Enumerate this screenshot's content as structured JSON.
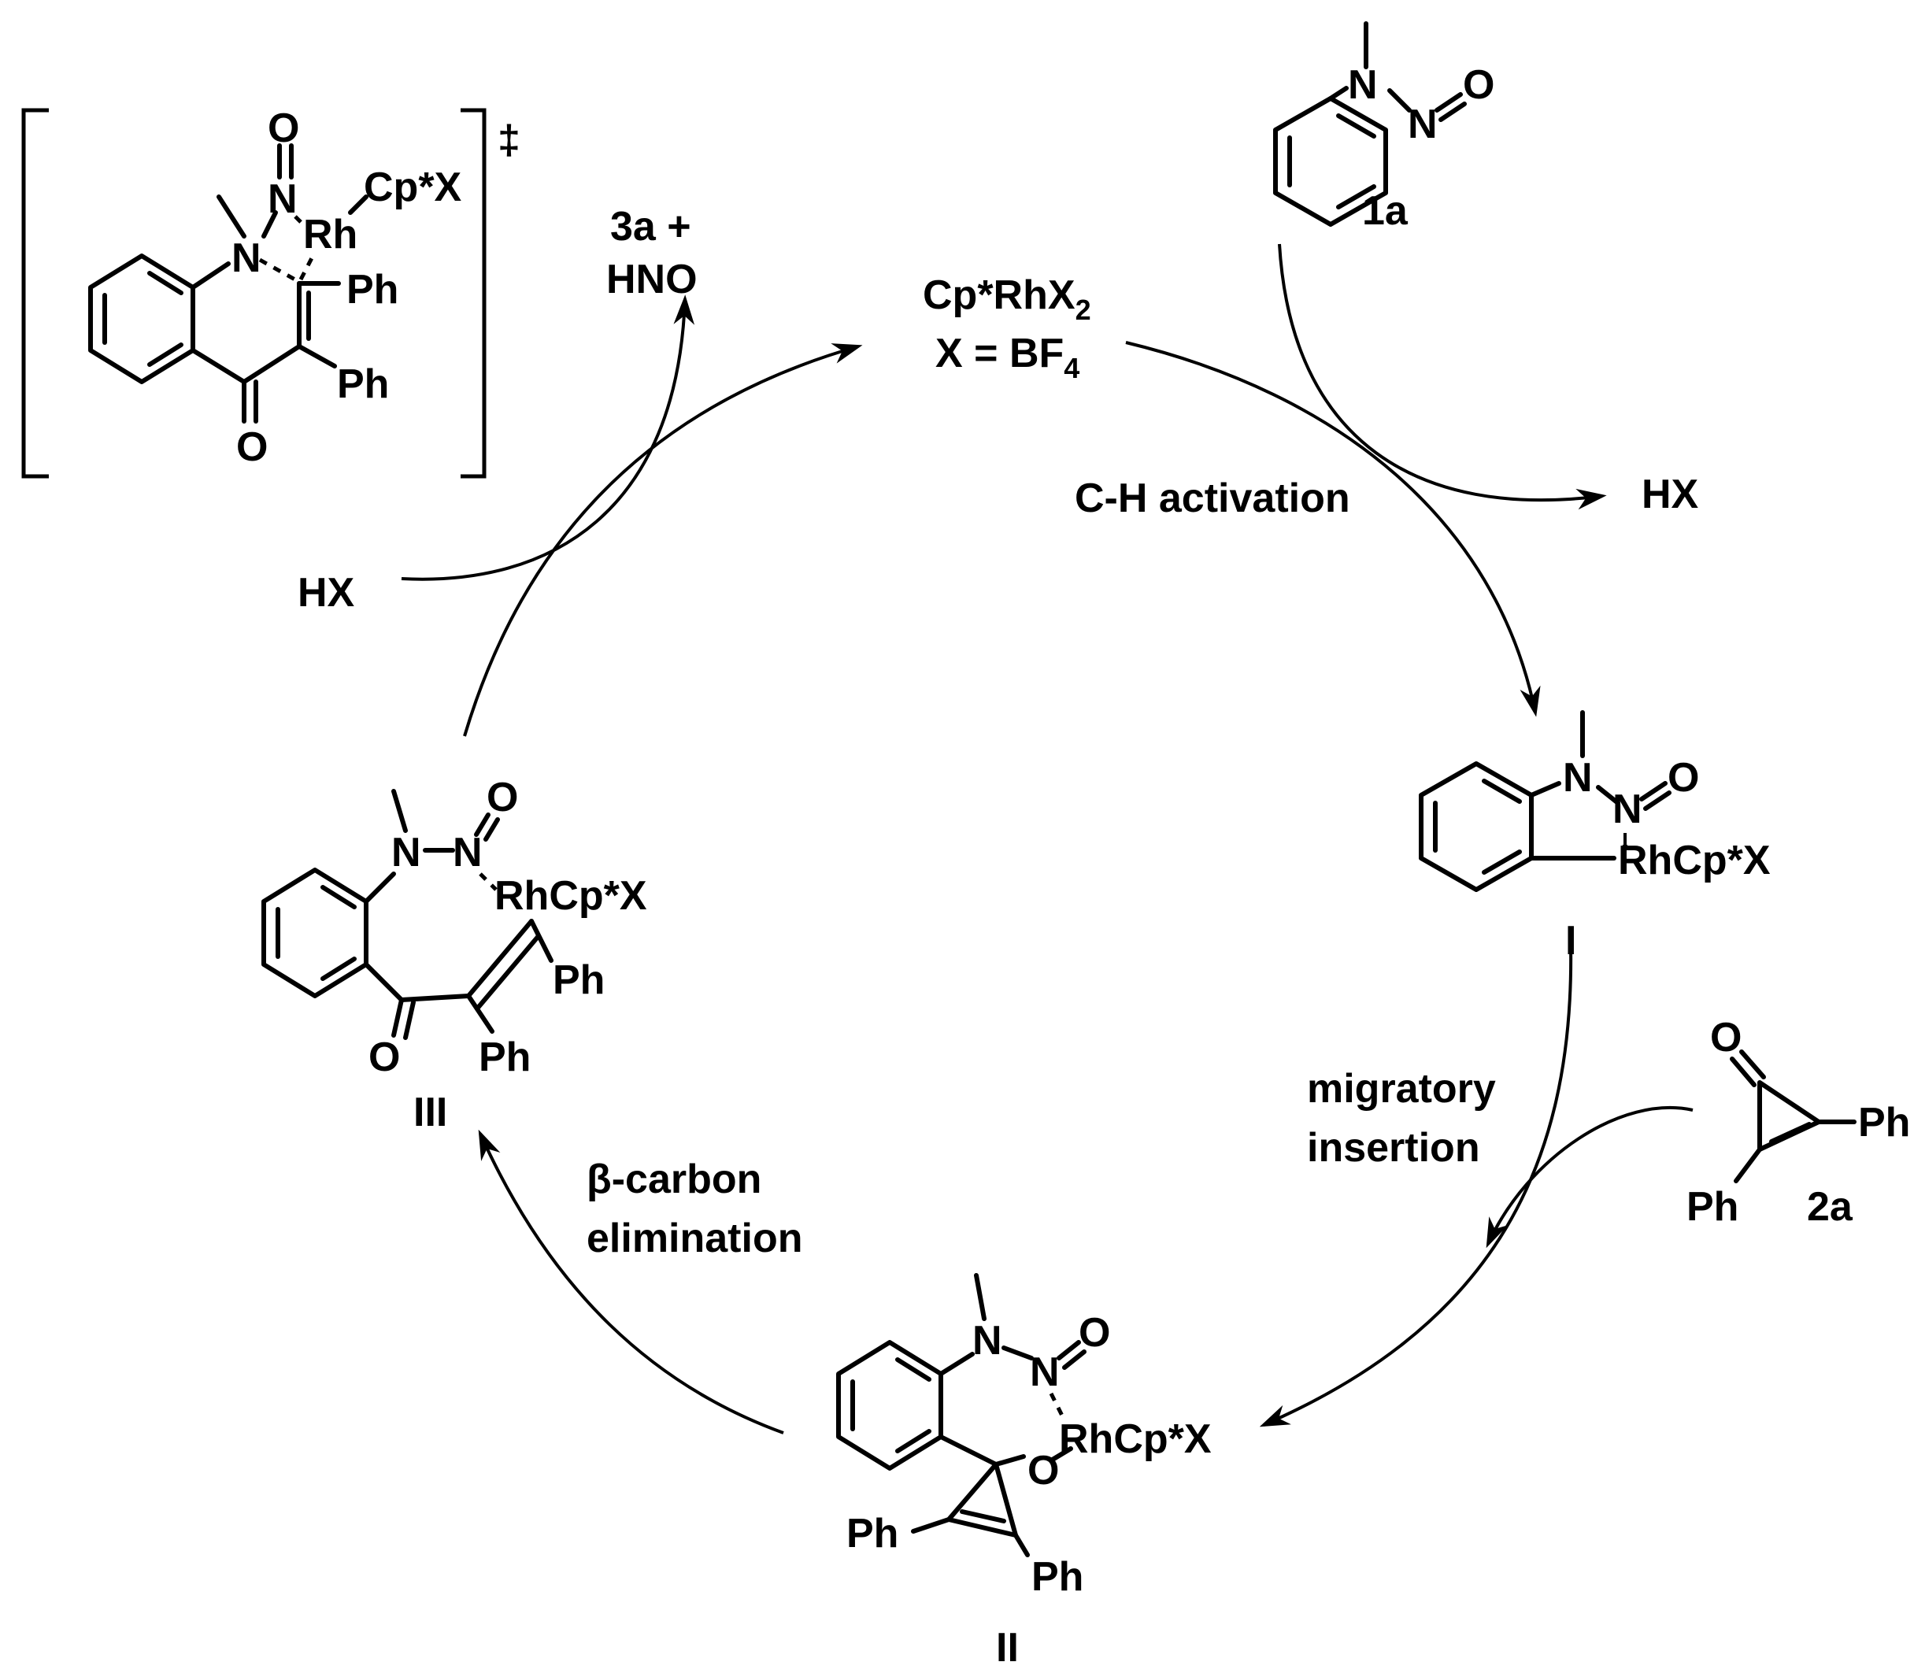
{
  "catalyst": {
    "line1": "Cp*RhX",
    "line1_sub": "2",
    "line2": "X = BF",
    "line2_sub": "4"
  },
  "substrate_1a": {
    "label": "1a",
    "atom_N1": "N",
    "atom_N2": "N",
    "atom_O": "O"
  },
  "reagent_2a": {
    "label": "2a",
    "atom_O": "O",
    "ph1": "Ph",
    "ph2": "Ph"
  },
  "byproduct_hx_right": "HX",
  "hx_left": "HX",
  "product": {
    "line1": "3a +",
    "line2": "HNO"
  },
  "steps": {
    "ch_activation": "C-H activation",
    "migratory_1": "migratory",
    "migratory_2": "insertion",
    "beta_1": "β-carbon",
    "beta_2": "elimination"
  },
  "intermediate_I": {
    "label": "I",
    "atom_N1": "N",
    "atom_N2": "N",
    "atom_O": "O",
    "metal": "RhCp*X"
  },
  "intermediate_II": {
    "label": "II",
    "atom_N1": "N",
    "atom_N2": "N",
    "atom_O": "O",
    "atom_O2": "O",
    "metal": "RhCp*X",
    "ph1": "Ph",
    "ph2": "Ph"
  },
  "intermediate_III": {
    "label": "III",
    "atom_N1": "N",
    "atom_N2": "N",
    "atom_O": "O",
    "atom_O2": "O",
    "metal": "RhCp*X",
    "ph1": "Ph",
    "ph2": "Ph"
  },
  "transition_state": {
    "dagger": "‡",
    "atom_N1": "N",
    "atom_N2": "N",
    "atom_O": "O",
    "atom_O2": "O",
    "metal": "Rh",
    "cpx": "Cp*X",
    "ph1": "Ph",
    "ph2": "Ph"
  }
}
